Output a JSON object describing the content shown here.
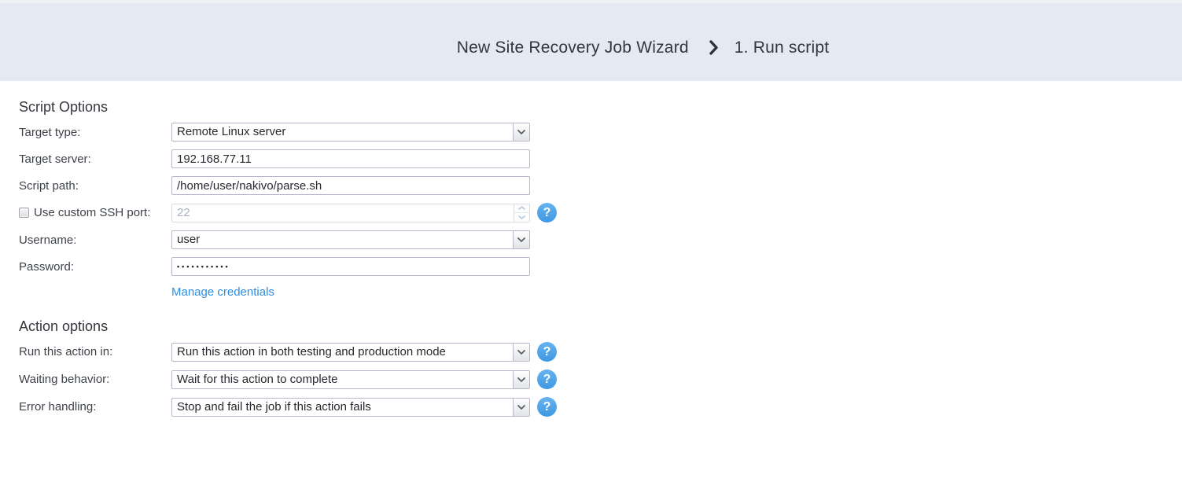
{
  "header": {
    "title": "New Site Recovery Job Wizard",
    "step": "1. Run script"
  },
  "script_options": {
    "heading": "Script Options",
    "target_type": {
      "label": "Target type:",
      "value": "Remote Linux server"
    },
    "target_server": {
      "label": "Target server:",
      "value": "192.168.77.11"
    },
    "script_path": {
      "label": "Script path:",
      "value": "/home/user/nakivo/parse.sh"
    },
    "ssh_port": {
      "label": "Use custom SSH port:",
      "value": "22",
      "checked": false,
      "disabled": true
    },
    "username": {
      "label": "Username:",
      "value": "user"
    },
    "password": {
      "label": "Password:",
      "value_masked": "•••••••••••"
    },
    "manage_credentials_link": "Manage credentials"
  },
  "action_options": {
    "heading": "Action options",
    "run_mode": {
      "label": "Run this action in:",
      "value": "Run this action in both testing and production mode"
    },
    "waiting_behavior": {
      "label": "Waiting behavior:",
      "value": "Wait for this action to complete"
    },
    "error_handling": {
      "label": "Error handling:",
      "value": "Stop and fail the job if this action fails"
    }
  },
  "icons": {
    "title_separator": "chevron-right",
    "combo_arrow": "chevron-down",
    "spinner": [
      "chevron-up",
      "chevron-down"
    ],
    "help": "question-mark-circle"
  },
  "colors": {
    "header_bg": "#e5e9f1",
    "link_blue": "#2e8de4",
    "help_icon_blue": "#54aae9",
    "field_border": "#b5b9c8",
    "disabled_border": "#d9dce3",
    "disabled_text": "#a9b1bf"
  }
}
